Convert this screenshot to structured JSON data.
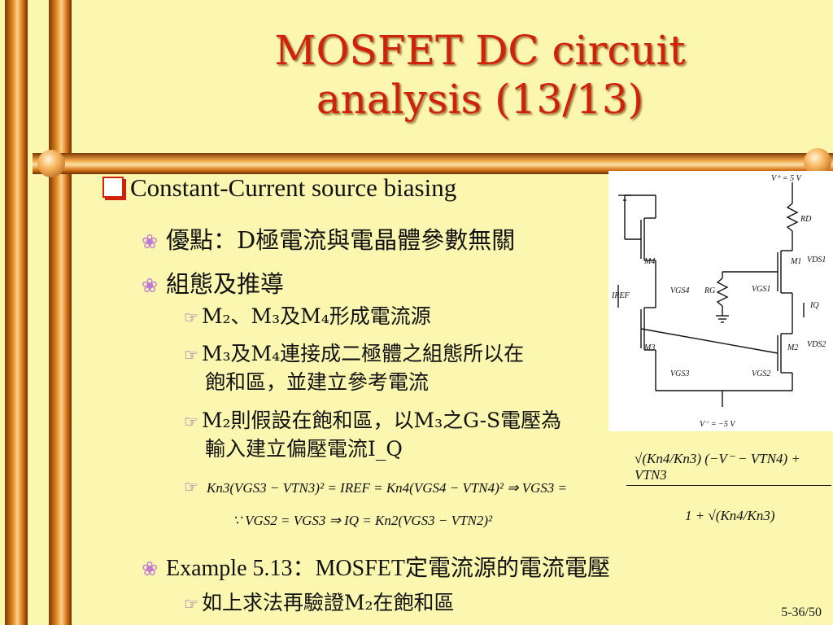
{
  "title_line1": "MOSFET DC circuit",
  "title_line2": "analysis (13/13)",
  "bullet_main": "Constant-Current source biasing",
  "item_advantage": "優點：D極電流與電晶體參數無關",
  "item_config": "組態及推導",
  "sub1": "M₂、M₃及M₄形成電流源",
  "sub2_line1": "M₃及M₄連接成二極體之組態所以在",
  "sub2_line2": "飽和區，並建立參考電流",
  "sub3_line1": "M₂則假設在飽和區，以M₃之G-S電壓為",
  "sub3_line2": "輸入建立偏壓電流I_Q",
  "eq1": "Kn3(VGS3 − VTN3)² = IREF = Kn4(VGS4 − VTN4)² ⇒ VGS3 =",
  "eq2": "∵ VGS2 = VGS3 ⇒ IQ = Kn2(VGS3 − VTN2)²",
  "frac_num": "√(Kn4/Kn3) (−V⁻ − VTN4) + VTN3",
  "frac_den": "1 + √(Kn4/Kn3)",
  "example": "Example 5.13：MOSFET定電流源的電流電壓",
  "example_sub": "如上求法再驗證M₂在飽和區",
  "page": "5-36/50",
  "circuit": {
    "vplus": "V⁺ = 5 V",
    "vminus": "V⁻ = −5 V",
    "rd": "RD",
    "rg": "RG",
    "m1": "M1",
    "m2": "M2",
    "m3": "M3",
    "m4": "M4",
    "iref": "IREF",
    "iq": "IQ",
    "vgs4": "VGS4",
    "vgs1": "VGS1",
    "vgs3": "VGS3",
    "vgs2": "VGS2",
    "vds1": "VDS1",
    "vds2": "VDS2"
  }
}
